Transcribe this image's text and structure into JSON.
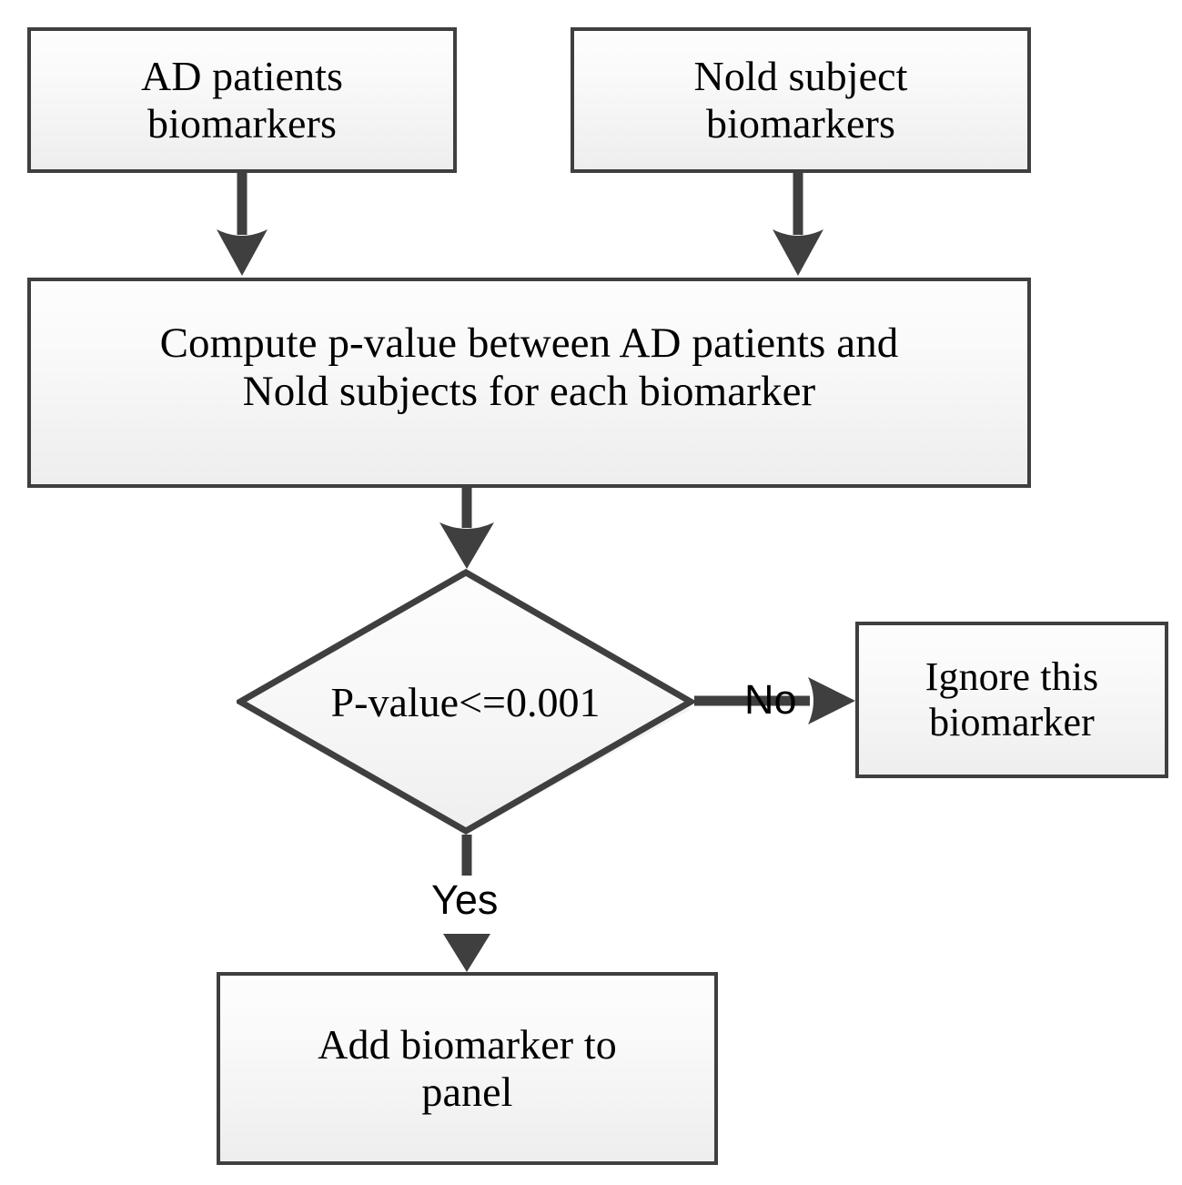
{
  "diagram": {
    "type": "flowchart",
    "title": "Biomarker panel selection flowchart",
    "colors": {
      "node_border": "#3f3f3f",
      "node_fill_top": "#fdfdfd",
      "node_fill_bottom": "#eeeeee",
      "connector": "#3f3f3f",
      "text": "#000000",
      "background": "#ffffff"
    },
    "nodes": [
      {
        "id": "ad-patients",
        "shape": "rectangle",
        "label_line1": "AD patients",
        "label_line2": "biomarkers"
      },
      {
        "id": "nold-subject",
        "shape": "rectangle",
        "label_line1": "Nold subject",
        "label_line2": "biomarkers"
      },
      {
        "id": "compute",
        "shape": "rectangle",
        "label_line1": "Compute p-value between AD patients and",
        "label_line2": "Nold subjects for each biomarker"
      },
      {
        "id": "decision",
        "shape": "diamond",
        "label": "P-value<=0.001"
      },
      {
        "id": "ignore",
        "shape": "rectangle",
        "label_line1": "Ignore this",
        "label_line2": "biomarker"
      },
      {
        "id": "add-panel",
        "shape": "rectangle",
        "label_line1": "Add biomarker to",
        "label_line2": "panel"
      }
    ],
    "edges": [
      {
        "id": "ad-to-compute",
        "from": "ad-patients",
        "to": "compute",
        "label": ""
      },
      {
        "id": "nold-to-compute",
        "from": "nold-subject",
        "to": "compute",
        "label": ""
      },
      {
        "id": "compute-to-decision",
        "from": "compute",
        "to": "decision",
        "label": ""
      },
      {
        "id": "decision-to-ignore",
        "from": "decision",
        "to": "ignore",
        "label": "No"
      },
      {
        "id": "decision-to-add",
        "from": "decision",
        "to": "add-panel",
        "label": "Yes"
      }
    ]
  }
}
